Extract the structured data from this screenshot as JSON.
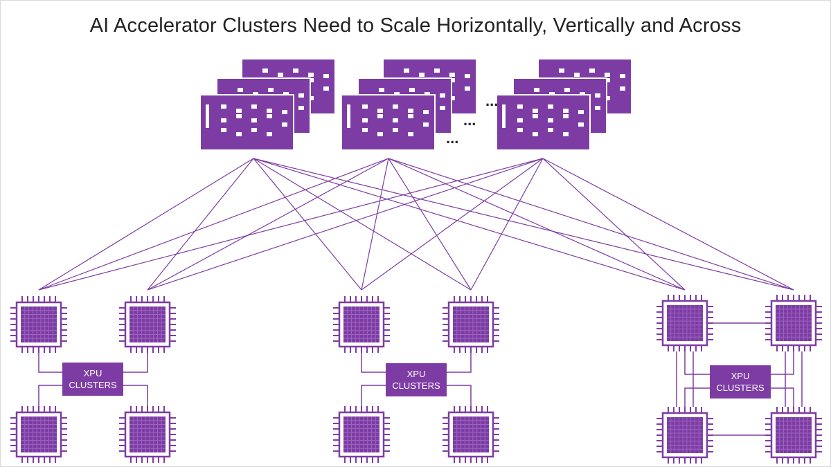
{
  "title": "AI Accelerator Clusters Need to Scale Horizontally, Vertically and Across",
  "colors": {
    "accent": "#7d3ca3",
    "accent_dark": "#6a2f8e",
    "chip_grid": "#9b66c2",
    "line": "#7d3ca3",
    "background": "#ffffff",
    "title_text": "#222222"
  },
  "switch_stacks": [
    {
      "name": "switch-stack-1"
    },
    {
      "name": "switch-stack-2"
    },
    {
      "name": "switch-stack-3"
    }
  ],
  "ellipsis": "...",
  "xpu_groups": [
    {
      "label_line1": "XPU",
      "label_line2": "CLUSTERS"
    },
    {
      "label_line1": "XPU",
      "label_line2": "CLUSTERS"
    },
    {
      "label_line1": "XPU",
      "label_line2": "CLUSTERS"
    }
  ]
}
